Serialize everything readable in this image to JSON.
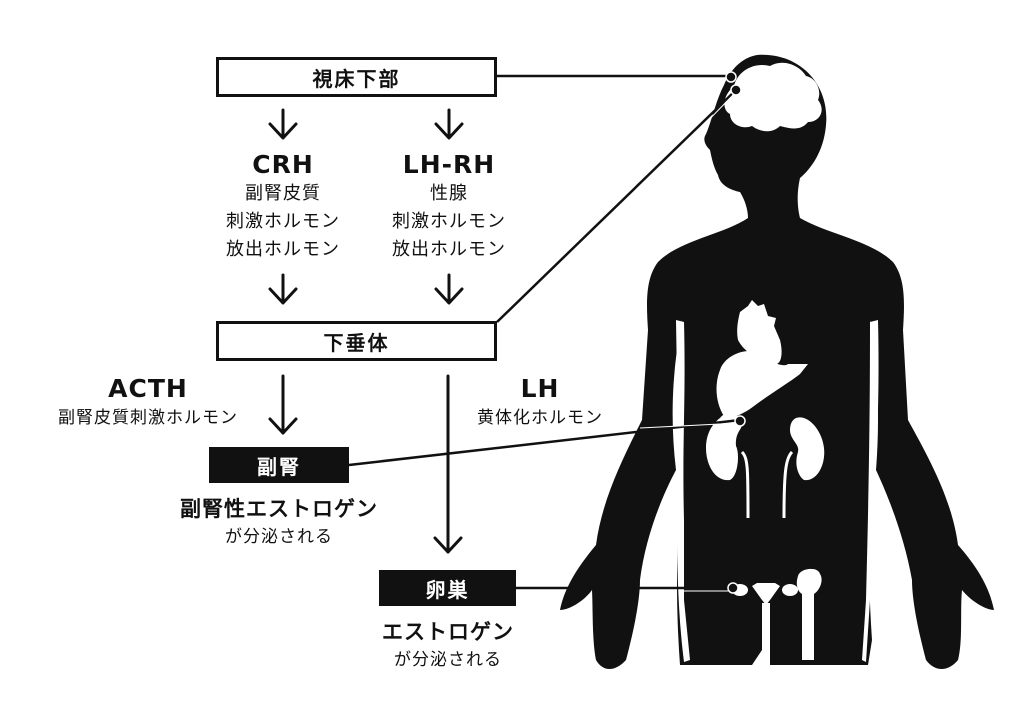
{
  "diagram": {
    "title_boxes": {
      "hypothalamus": "視床下部",
      "pituitary": "下垂体",
      "adrenal": "副腎",
      "ovary": "卵巣"
    },
    "hormones": {
      "crh": {
        "abbr": "CRH",
        "lines": [
          "副腎皮質",
          "刺激ホルモン",
          "放出ホルモン"
        ]
      },
      "lhrh": {
        "abbr": "LH-RH",
        "lines": [
          "性腺",
          "刺激ホルモン",
          "放出ホルモン"
        ]
      },
      "acth": {
        "abbr": "ACTH",
        "desc": "副腎皮質刺激ホルモン"
      },
      "lh": {
        "abbr": "LH",
        "desc": "黄体化ホルモン"
      }
    },
    "results": {
      "adrenal": {
        "main": "副腎性エストロゲン",
        "sub": "が分泌される"
      },
      "ovary": {
        "main": "エストロゲン",
        "sub": "が分泌される"
      }
    },
    "icons": {
      "body": "human-silhouette-icon",
      "brain": "brain-icon",
      "heart": "heart-icon",
      "liver": "liver-icon",
      "kidney": "kidney-icon",
      "ovary": "ovary-icon",
      "arrow": "arrow-down-icon"
    },
    "colors": {
      "ink": "#111111",
      "paper": "#ffffff"
    }
  }
}
